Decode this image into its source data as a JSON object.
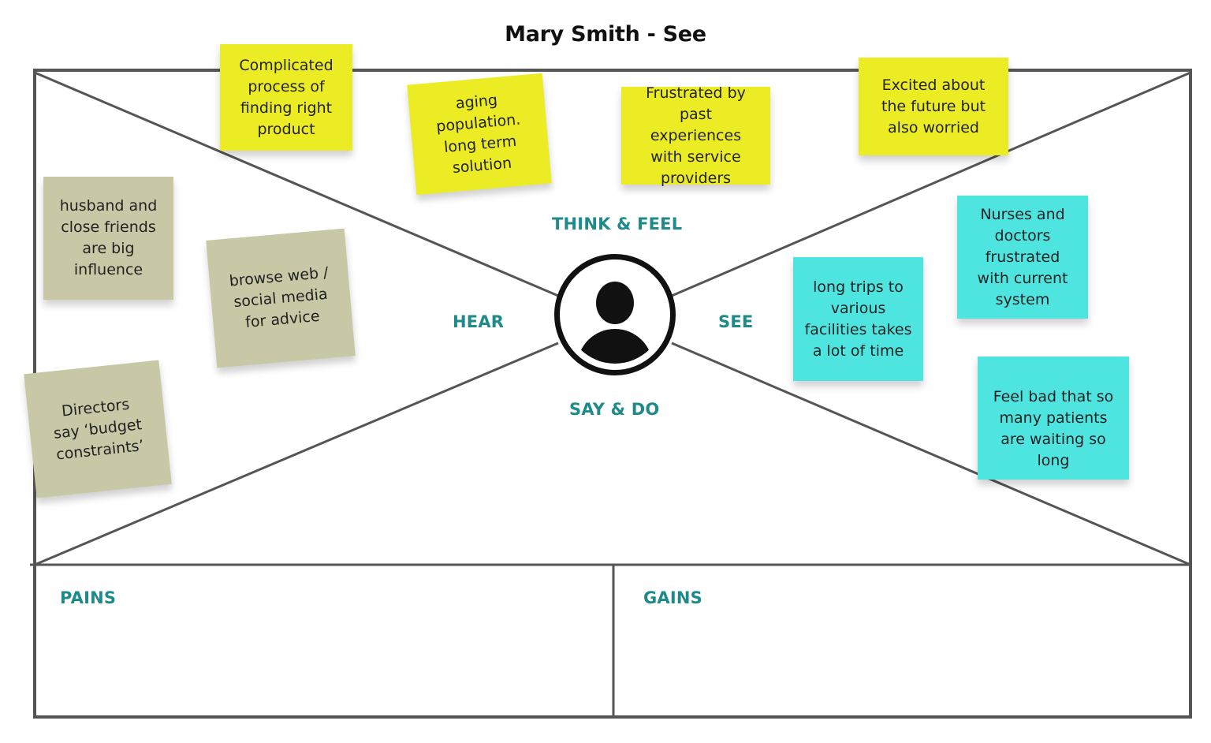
{
  "title": "Mary Smith - See",
  "quadrants": {
    "think_feel": "THINK & FEEL",
    "hear": "HEAR",
    "see": "SEE",
    "say_do": "SAY & DO",
    "pains": "PAINS",
    "gains": "GAINS"
  },
  "colors": {
    "label": "#1f8a8a",
    "yellow_note": "#ecec24",
    "olive_note": "#c8c8a6",
    "cyan_note": "#4ee5e0",
    "frame": "#555555"
  },
  "avatar_icon": "user-avatar-icon",
  "notes": {
    "think_feel": [
      "Complicated process of finding right product",
      "aging population. long term solution",
      "Frustrated by past experiences with service providers",
      "Excited about the future but also worried"
    ],
    "hear": [
      "husband and close friends are big influence",
      "browse web / social media for advice",
      "Directors say ‘budget constraints’"
    ],
    "see": [
      "Nurses and doctors frustrated with current system",
      "long trips to various facilities takes a lot of time",
      "Feel bad that so many patients are waiting so long"
    ]
  }
}
